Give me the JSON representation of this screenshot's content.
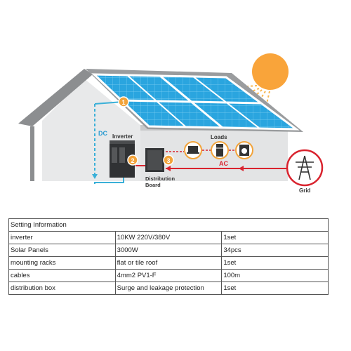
{
  "diagram": {
    "labels": {
      "dc": "DC",
      "inverter": "Inverter",
      "loads": "Loads",
      "ac": "AC",
      "distribution_board_line1": "Distribution",
      "distribution_board_line2": "Board",
      "grid": "Grid"
    },
    "markers": {
      "m1": "1",
      "m2": "2",
      "m3": "3"
    },
    "colors": {
      "sun": "#f9a43a",
      "panel": "#29a6e0",
      "roof": "#8c8e90",
      "dc_line": "#3ab0d8",
      "ac_line": "#d9232e",
      "marker": "#f2a33a",
      "wall": "#e8e9ea"
    },
    "icons": [
      "sun-icon",
      "solar-panel-icon",
      "inverter-icon",
      "distribution-board-icon",
      "laptop-icon",
      "refrigerator-icon",
      "washing-machine-icon",
      "grid-tower-icon"
    ]
  },
  "table": {
    "title": "Setting Information",
    "rows": [
      {
        "item": "inverter",
        "spec": "10KW 220V/380V",
        "qty": "1set"
      },
      {
        "item": "Solar Panels",
        "spec": "3000W",
        "qty": "34pcs"
      },
      {
        "item": "mounting racks",
        "spec": "flat or tile roof",
        "qty": "1set"
      },
      {
        "item": "cables",
        "spec": "4mm2  PV1-F",
        "qty": "100m"
      },
      {
        "item": "distribution box",
        "spec": "Surge and leakage protection",
        "qty": "1set"
      }
    ]
  }
}
